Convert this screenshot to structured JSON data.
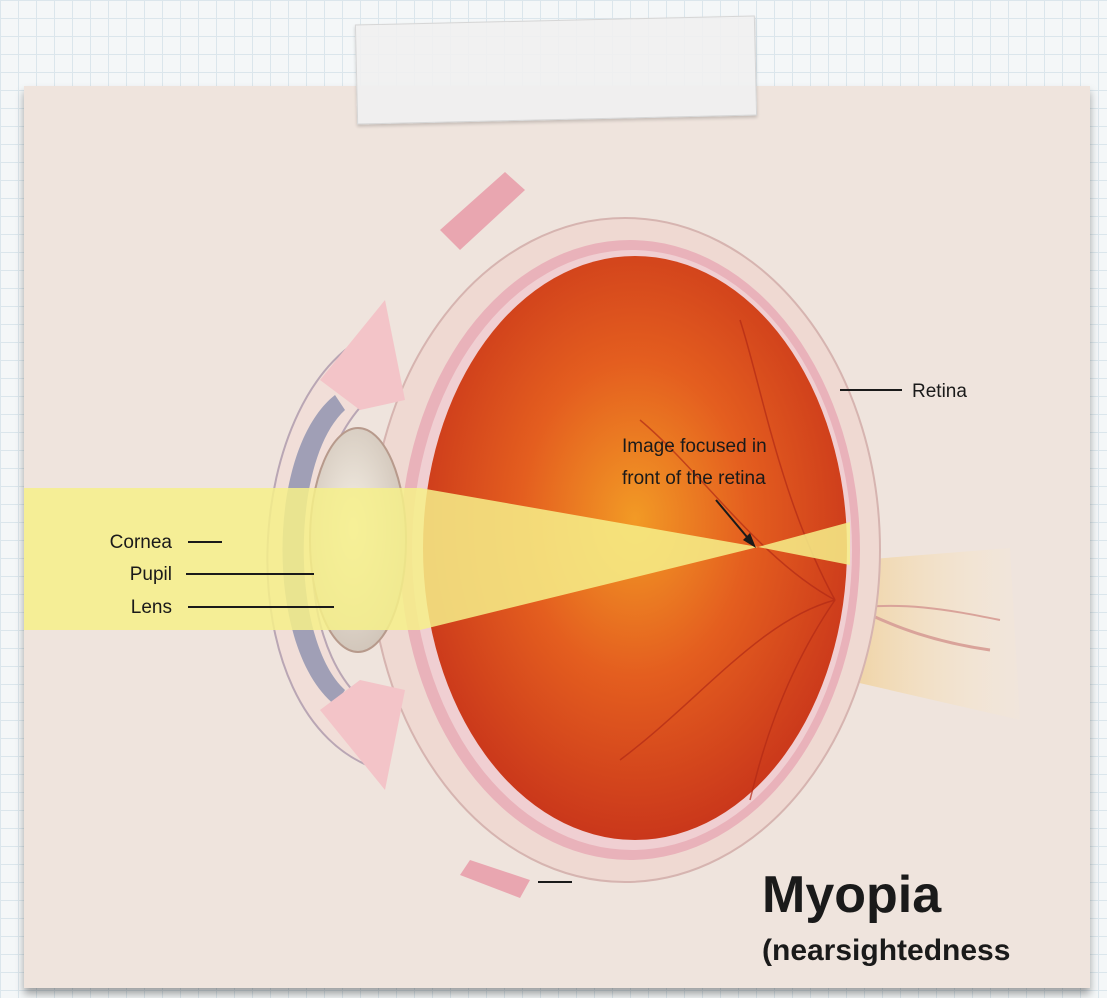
{
  "labels": {
    "cornea": "Cornea",
    "pupil": "Pupil",
    "lens": "Lens",
    "retina": "Retina",
    "focus_line1": "Image focused in",
    "focus_line2": "front of the retina"
  },
  "title": "Myopia",
  "subtitle": "(nearsightedness",
  "colors": {
    "background_card": "#efe4dd",
    "light_beam": "#f6f08a",
    "eye_interior": "#d9441e",
    "sclera": "#efd9d2"
  }
}
